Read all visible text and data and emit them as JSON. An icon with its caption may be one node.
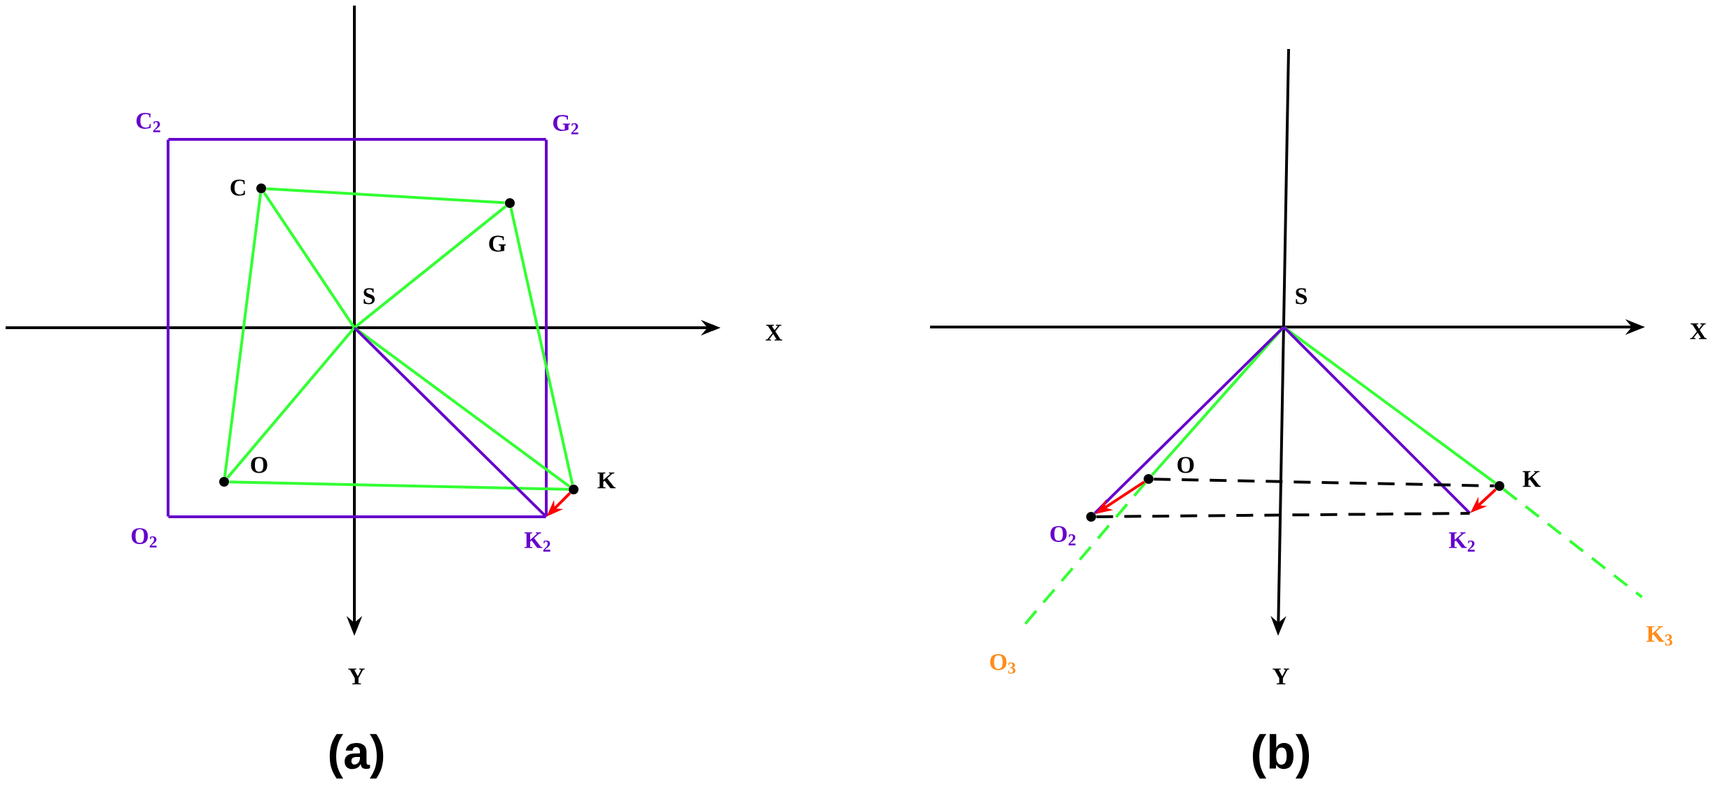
{
  "diagram": {
    "nodes": [
      {
        "text": [
          "C$_{2}$"
        ]
      },
      {
        "text": [
          "G$_{2}$"
        ]
      },
      {
        "text": [
          "C"
        ]
      },
      {
        "text": [
          "G"
        ]
      },
      {
        "text": [
          "S"
        ]
      },
      {
        "text": [
          "O"
        ]
      },
      {
        "text": [
          "K"
        ]
      },
      {
        "text": [
          "O$_{2}$"
        ]
      },
      {
        "text": [
          "K$_{2}$"
        ]
      },
      {
        "text": [
          "S"
        ]
      },
      {
        "text": [
          "O"
        ]
      },
      {
        "text": [
          "K"
        ]
      },
      {
        "text": [
          "O$_{2}$"
        ]
      },
      {
        "text": [
          "K$_{2}$"
        ]
      },
      {
        "text": [
          "O$_{3}$"
        ]
      },
      {
        "text": [
          "K$_{3}$"
        ]
      }
    ],
    "edges": [
      {
        "from": 0,
        "to": 1,
        "arrow": "none",
        "color": "#6600cc"
      },
      {
        "from": 1,
        "to": 8,
        "arrow": "none",
        "color": "#6600cc"
      },
      {
        "from": 8,
        "to": 7,
        "arrow": "none",
        "color": "#6600cc"
      },
      {
        "from": 7,
        "to": 0,
        "arrow": "none",
        "color": "#6600cc"
      },
      {
        "from": 2,
        "to": 3,
        "arrow": "none"
      },
      {
        "from": 3,
        "to": 6,
        "arrow": "none"
      },
      {
        "from": 6,
        "to": 5,
        "arrow": "none"
      },
      {
        "from": 5,
        "to": 2,
        "arrow": "none"
      },
      {
        "from": 2,
        "to": 4,
        "arrow": "none"
      },
      {
        "from": 4,
        "to": 6,
        "arrow": "none"
      },
      {
        "from": 3,
        "to": 4,
        "arrow": "none"
      },
      {
        "from": 4,
        "to": 5,
        "arrow": "none"
      },
      {
        "from": 4,
        "to": 8,
        "arrow": "none",
        "color": "#6600cc"
      },
      {
        "from": 6,
        "to": 8,
        "arrow": "to",
        "color": "#ff0000"
      },
      {
        "from": 9,
        "to": 10,
        "arrow": "none"
      },
      {
        "from": 10,
        "to": 14,
        "arrow": "none",
        "style": "dashed"
      },
      {
        "from": 9,
        "to": 11,
        "arrow": "none"
      },
      {
        "from": 11,
        "to": 15,
        "arrow": "none",
        "style": "dashed"
      },
      {
        "from": 9,
        "to": 12,
        "arrow": "none",
        "color": "#6600cc"
      },
      {
        "from": 9,
        "to": 13,
        "arrow": "none",
        "color": "#6600cc"
      },
      {
        "from": 10,
        "to": 11,
        "arrow": "none",
        "style": "dashed",
        "color": "#000000"
      },
      {
        "from": 12,
        "to": 13,
        "arrow": "none",
        "style": "dashed",
        "color": "#000000"
      },
      {
        "from": 10,
        "to": 12,
        "arrow": "to",
        "color": "#ff0000"
      },
      {
        "from": 11,
        "to": 13,
        "arrow": "to",
        "color": "#ff0000"
      }
    ],
    "labels": [
      "X",
      "Y",
      "(a)",
      "X",
      "Y",
      "(b)"
    ]
  }
}
